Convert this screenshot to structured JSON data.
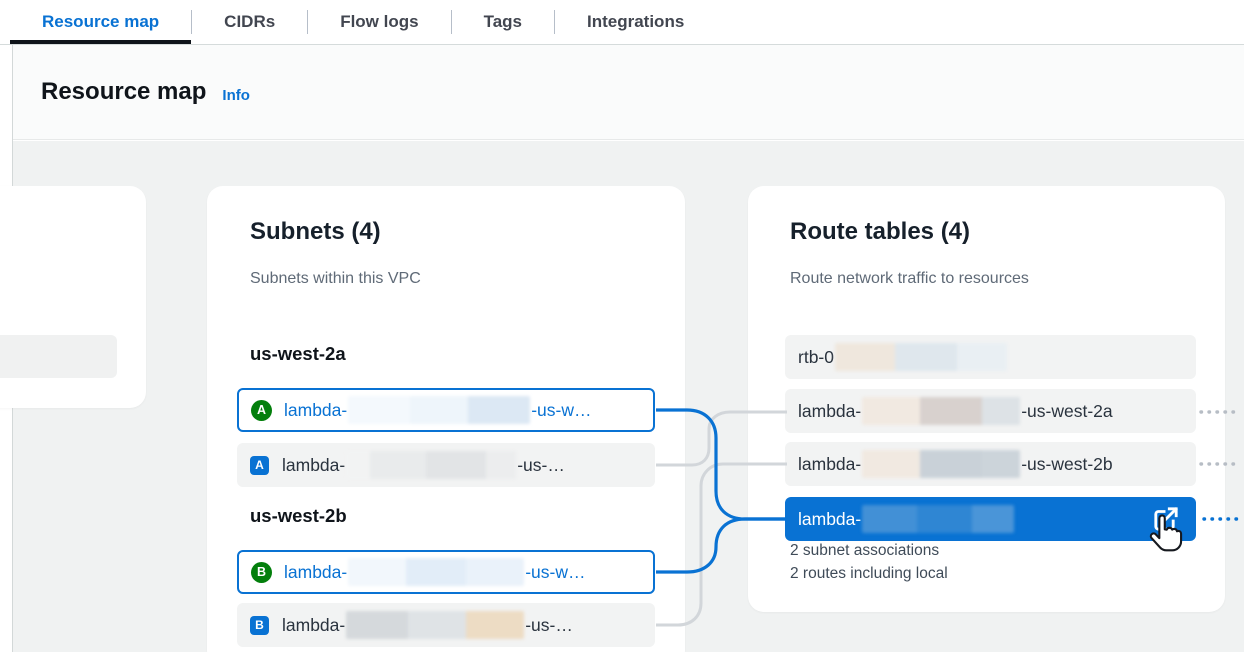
{
  "tabs": {
    "items": [
      {
        "label": "Resource map",
        "active": true
      },
      {
        "label": "CIDRs",
        "active": false
      },
      {
        "label": "Flow logs",
        "active": false
      },
      {
        "label": "Tags",
        "active": false
      },
      {
        "label": "Integrations",
        "active": false
      }
    ]
  },
  "header": {
    "title": "Resource map",
    "info_label": "Info"
  },
  "subnets_card": {
    "title": "Subnets (4)",
    "subtitle": "Subnets within this VPC",
    "groups": [
      {
        "az_label": "us-west-2a",
        "items": [
          {
            "badge": "A",
            "badge_shape": "circle-green",
            "prefix": "lambda-",
            "suffix": "-us-w…",
            "selected": true
          },
          {
            "badge": "A",
            "badge_shape": "square-blue",
            "prefix": "lambda-",
            "suffix": "-us-…",
            "selected": false
          }
        ]
      },
      {
        "az_label": "us-west-2b",
        "items": [
          {
            "badge": "B",
            "badge_shape": "circle-green",
            "prefix": "lambda-",
            "suffix": "-us-w…",
            "selected": true
          },
          {
            "badge": "B",
            "badge_shape": "square-blue",
            "prefix": "lambda-",
            "suffix": "-us-…",
            "selected": false
          }
        ]
      }
    ]
  },
  "route_tables_card": {
    "title": "Route tables (4)",
    "subtitle": "Route network traffic to resources",
    "items": [
      {
        "prefix": "rtb-0",
        "suffix": "",
        "selected": false
      },
      {
        "prefix": "lambda-",
        "suffix": "-us-west-2a",
        "selected": false
      },
      {
        "prefix": "lambda-",
        "suffix": "-us-west-2b",
        "selected": false
      },
      {
        "prefix": "lambda-",
        "suffix": "",
        "selected": true
      }
    ],
    "selected_details": [
      "2 subnet associations",
      "2 routes including local"
    ]
  },
  "colors": {
    "accent_blue": "#0972d3",
    "selected_row_bg": "#0972d3",
    "az_circle_green": "#037f0c",
    "active_tab_underline": "#0f141a",
    "row_gray_bg": "#f2f3f3",
    "canvas_bg": "#f0f2f2",
    "connector_gray": "#d2d6da",
    "dotted_gray": "#b7bdc5"
  }
}
